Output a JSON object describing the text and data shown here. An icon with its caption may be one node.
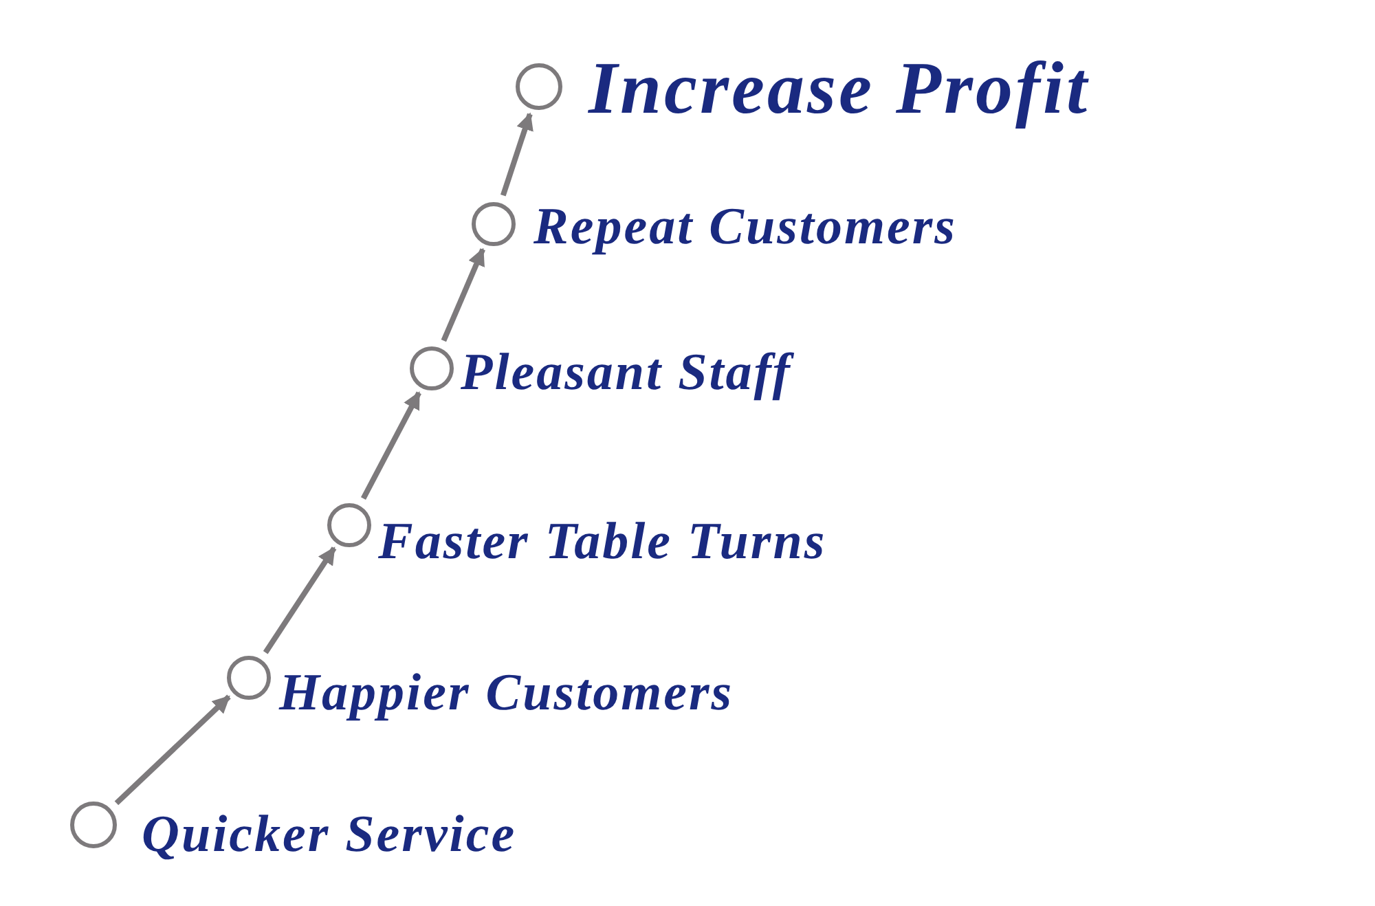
{
  "diagram": {
    "nodes": [
      {
        "text": [],
        "shape": "circle",
        "beside": [
          "Increase Profit"
        ]
      },
      {
        "text": [],
        "shape": "circle",
        "beside": [
          "Repeat Customers"
        ]
      },
      {
        "text": [],
        "shape": "circle",
        "beside": [
          "Pleasant Staff"
        ]
      },
      {
        "text": [],
        "shape": "circle",
        "beside": [
          "Faster Table Turns"
        ]
      },
      {
        "text": [],
        "shape": "circle",
        "beside": [
          "Happier Customers"
        ]
      },
      {
        "text": [],
        "shape": "circle",
        "beside": [
          "Quicker Service"
        ]
      }
    ],
    "edges": [
      {
        "from": 5,
        "to": 4,
        "arrow": "to"
      },
      {
        "from": 4,
        "to": 3,
        "arrow": "to"
      },
      {
        "from": 3,
        "to": 2,
        "arrow": "to"
      },
      {
        "from": 2,
        "to": 1,
        "arrow": "to"
      },
      {
        "from": 1,
        "to": 0,
        "arrow": "to"
      }
    ]
  }
}
